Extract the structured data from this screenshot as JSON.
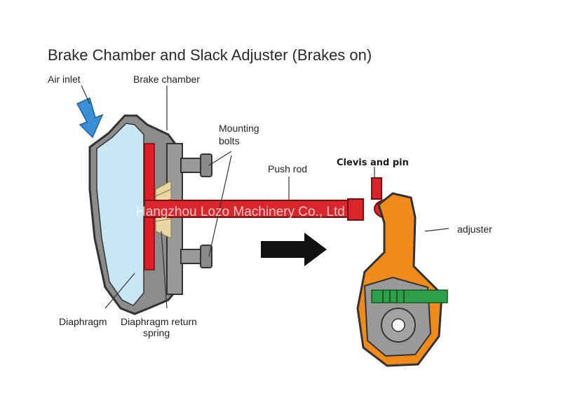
{
  "title": "Brake Chamber and Slack Adjuster (Brakes on)",
  "labels": {
    "air_inlet": "Air inlet",
    "brake_chamber": "Brake chamber",
    "mounting_bolts_line1": "Mounting",
    "mounting_bolts_line2": "bolts",
    "push_rod": "Push rod",
    "clevis_and_pin": "Clevis and pin",
    "adjuster": "adjuster",
    "diaphragm": "Diaphragm",
    "diaphragm_return_spring_line1": "Diaphragm return",
    "diaphragm_return_spring_line2": "spring"
  },
  "watermark": "Hangzhou Lozo Machinery Co., Ltd",
  "colors": {
    "air_arrow": "#3b8fd6",
    "chamber_fill": "#c9e6f4",
    "housing": "#8c8c8c",
    "diaphragm": "#e01f25",
    "spring": "#e9d7a3",
    "push_rod": "#d9262c",
    "adjuster_body": "#f08a1b",
    "worm_gear": "#2e9f4a",
    "gear": "#9a9a9a",
    "motion_arrow": "#111111"
  }
}
